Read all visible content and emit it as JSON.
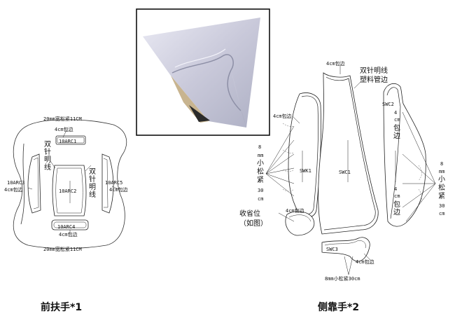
{
  "left": {
    "top_label": "20mm宽松紧11CM",
    "bottom_label": "20mm宽松紧11CM",
    "title": "前扶手*1",
    "pieces": {
      "arc1": "10ARC1",
      "arc2": "10ARC2",
      "arc3": "10ARC3",
      "arc4": "10ARC4",
      "arc5": "10ARC5"
    },
    "bind_top": "4cm包边",
    "bind_left": "4cm包边",
    "bind_right": "4cm包边",
    "bind_bottom": "4cm包边",
    "stitch_left": "双针明线",
    "stitch_right": "双针明线"
  },
  "right": {
    "title": "侧靠手*2",
    "bind_top": "4cm包边",
    "stitch_pipe": "双针明线塑料管边",
    "swc2": "SWC2",
    "bind_swc2": "4cm包边",
    "bind_left": "4cm包边",
    "swk1": "SWK1",
    "swc1": "SWC1",
    "elastic_left": "8mm小松紧30cm",
    "elastic_right": "8mm小松紧30cm",
    "dart_label": "收省位",
    "dart_note": "（如图）",
    "bind_dart": "4cm包边",
    "swc3": "SWC3",
    "bind_swc3": "4cm包边",
    "elastic_bottom": "8mm小松紧30cm"
  },
  "photo": {
    "icon": "upholstery-fabric-photo"
  }
}
